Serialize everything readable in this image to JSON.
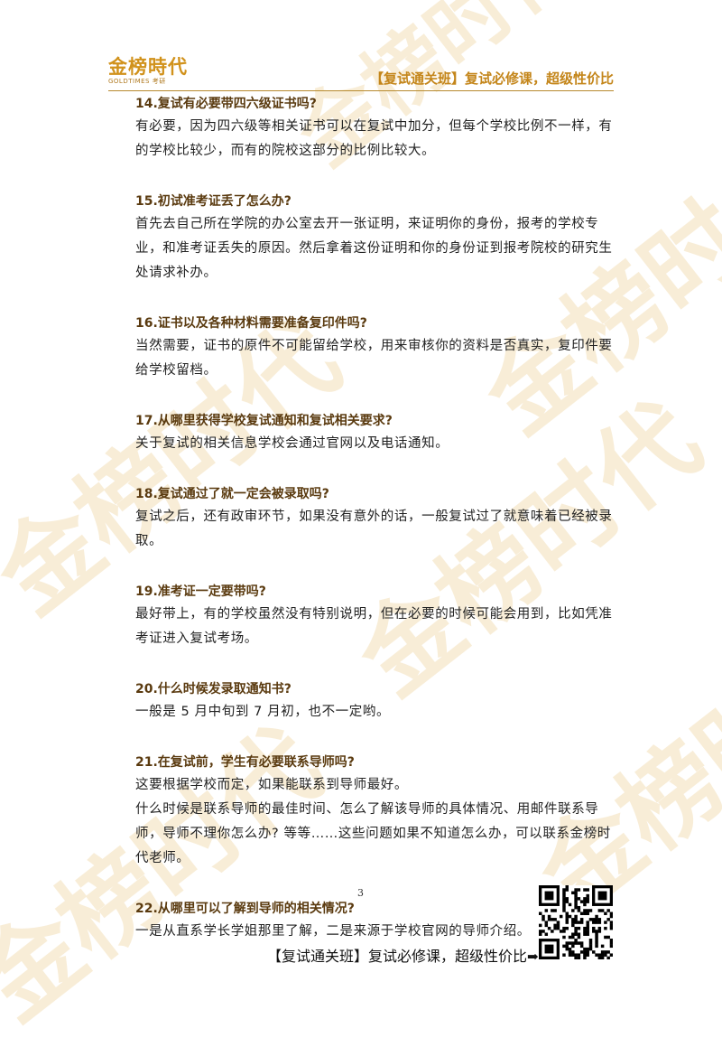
{
  "watermark": "金榜时代",
  "header": {
    "logo_main": "金榜時代",
    "logo_sub": "GOLDTIMES 考研",
    "slogan": "【复试通关班】复试必修课，超级性价比"
  },
  "qa": [
    {
      "q": "14.复试有必要带四六级证书吗?",
      "a": [
        "有必要，因为四六级等相关证书可以在复试中加分，但每个学校比例不一样，有的学校比较少，而有的院校这部分的比例比较大。"
      ]
    },
    {
      "q": "15.初试准考证丢了怎么办?",
      "a": [
        "首先去自己所在学院的办公室去开一张证明，来证明你的身份，报考的学校专业，和准考证丢失的原因。然后拿着这份证明和你的身份证到报考院校的研究生处请求补办。"
      ]
    },
    {
      "q": "16.证书以及各种材料需要准备复印件吗?",
      "a": [
        "当然需要，证书的原件不可能留给学校，用来审核你的资料是否真实，复印件要给学校留档。"
      ]
    },
    {
      "q": "17.从哪里获得学校复试通知和复试相关要求?",
      "a": [
        "关于复试的相关信息学校会通过官网以及电话通知。"
      ]
    },
    {
      "q": "18.复试通过了就一定会被录取吗?",
      "a": [
        "复试之后，还有政审环节，如果没有意外的话，一般复试过了就意味着已经被录取。"
      ]
    },
    {
      "q": "19.准考证一定要带吗?",
      "a": [
        "最好带上，有的学校虽然没有特别说明，但在必要的时候可能会用到，比如凭准考证进入复试考场。"
      ]
    },
    {
      "q": "20.什么时候发录取通知书?",
      "a": [
        "一般是 5 月中旬到 7 月初，也不一定哟。"
      ]
    },
    {
      "q": "21.在复试前，学生有必要联系导师吗?",
      "a": [
        "这要根据学校而定，如果能联系到导师最好。",
        "什么时候是联系导师的最佳时间、怎么了解该导师的具体情况、用邮件联系导师，导师不理你怎么办? 等等……这些问题如果不知道怎么办，可以联系金榜时代老师。"
      ]
    },
    {
      "q": "22.从哪里可以了解到导师的相关情况?",
      "a": [
        "一是从直系学长学姐那里了解，二是来源于学校官网的导师介绍。"
      ]
    }
  ],
  "page_number": "3",
  "footer": {
    "text": "【复试通关班】复试必修课，超级性价比",
    "arrow": "➡"
  }
}
